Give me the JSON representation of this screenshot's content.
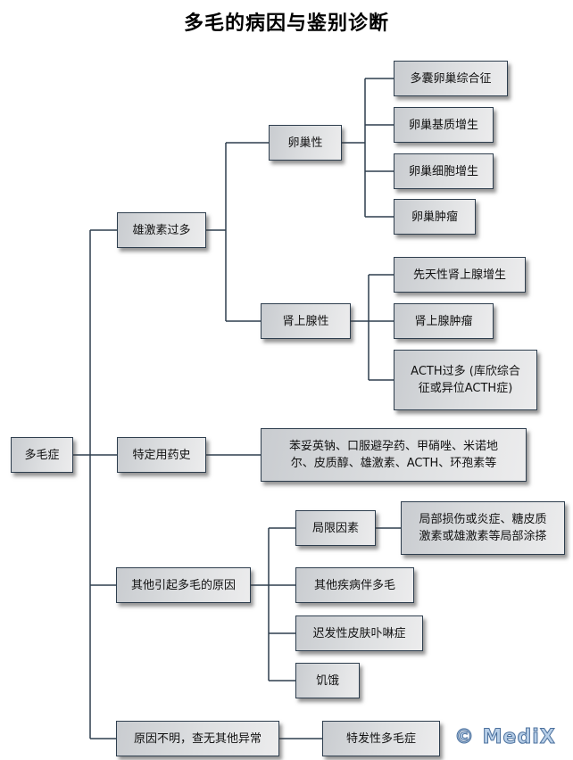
{
  "title": "多毛的病因与鉴别诊断",
  "root": {
    "label": "多毛症"
  },
  "categories": [
    {
      "label": "雄激素过多",
      "groups": [
        {
          "label": "卵巢性",
          "items": [
            "多囊卵巢综合征",
            "卵巢基质增生",
            "卵巢细胞增生",
            "卵巢肿瘤"
          ]
        },
        {
          "label": "肾上腺性",
          "items": [
            "先天性肾上腺增生",
            "肾上腺肿瘤",
            "ACTH过多 (库欣综合征或异位ACTH症)"
          ]
        }
      ]
    },
    {
      "label": "特定用药史",
      "detail": "苯妥英钠、口服避孕药、甲硝唑、米诺地尔、皮质醇、雄激素、ACTH、环孢素等"
    },
    {
      "label": "其他引起多毛的原因",
      "items": [
        {
          "label": "局限因素",
          "detail": "局部损伤或炎症、糖皮质激素或雄激素等局部涂搽"
        },
        {
          "label": "其他疾病伴多毛"
        },
        {
          "label": "迟发性皮肤卟啉症"
        },
        {
          "label": "饥饿"
        }
      ]
    },
    {
      "label": "原因不明，查无其他异常",
      "detail": "特发性多毛症"
    }
  ],
  "watermark": "© MediX",
  "colors": {
    "line": "#2e3e4e",
    "border": "#2e3e4e",
    "logo": "#b8cfe8"
  }
}
